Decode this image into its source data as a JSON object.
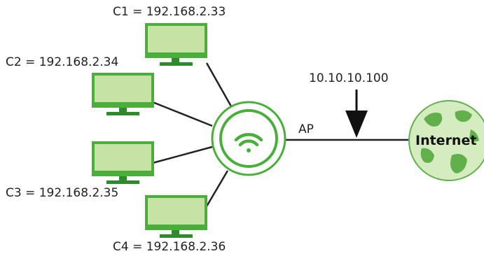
{
  "clients": [
    {
      "label": "C1 = 192.168.2.33"
    },
    {
      "label": "C2 = 192.168.2.34"
    },
    {
      "label": "C3 = 192.168.2.35"
    },
    {
      "label": "C4 = 192.168.2.36"
    }
  ],
  "ap": {
    "label": "AP",
    "icon": "wifi-icon"
  },
  "gateway_ip": "10.10.10.100",
  "internet": {
    "label": "Internet",
    "icon": "globe-icon"
  },
  "colors": {
    "screen_fill": "#c6e2a4",
    "device_green": "#4aae3b",
    "stand_green": "#2f8a2c",
    "globe_fill": "#d4ecc0",
    "globe_land": "#62b04c",
    "line": "#222222"
  }
}
